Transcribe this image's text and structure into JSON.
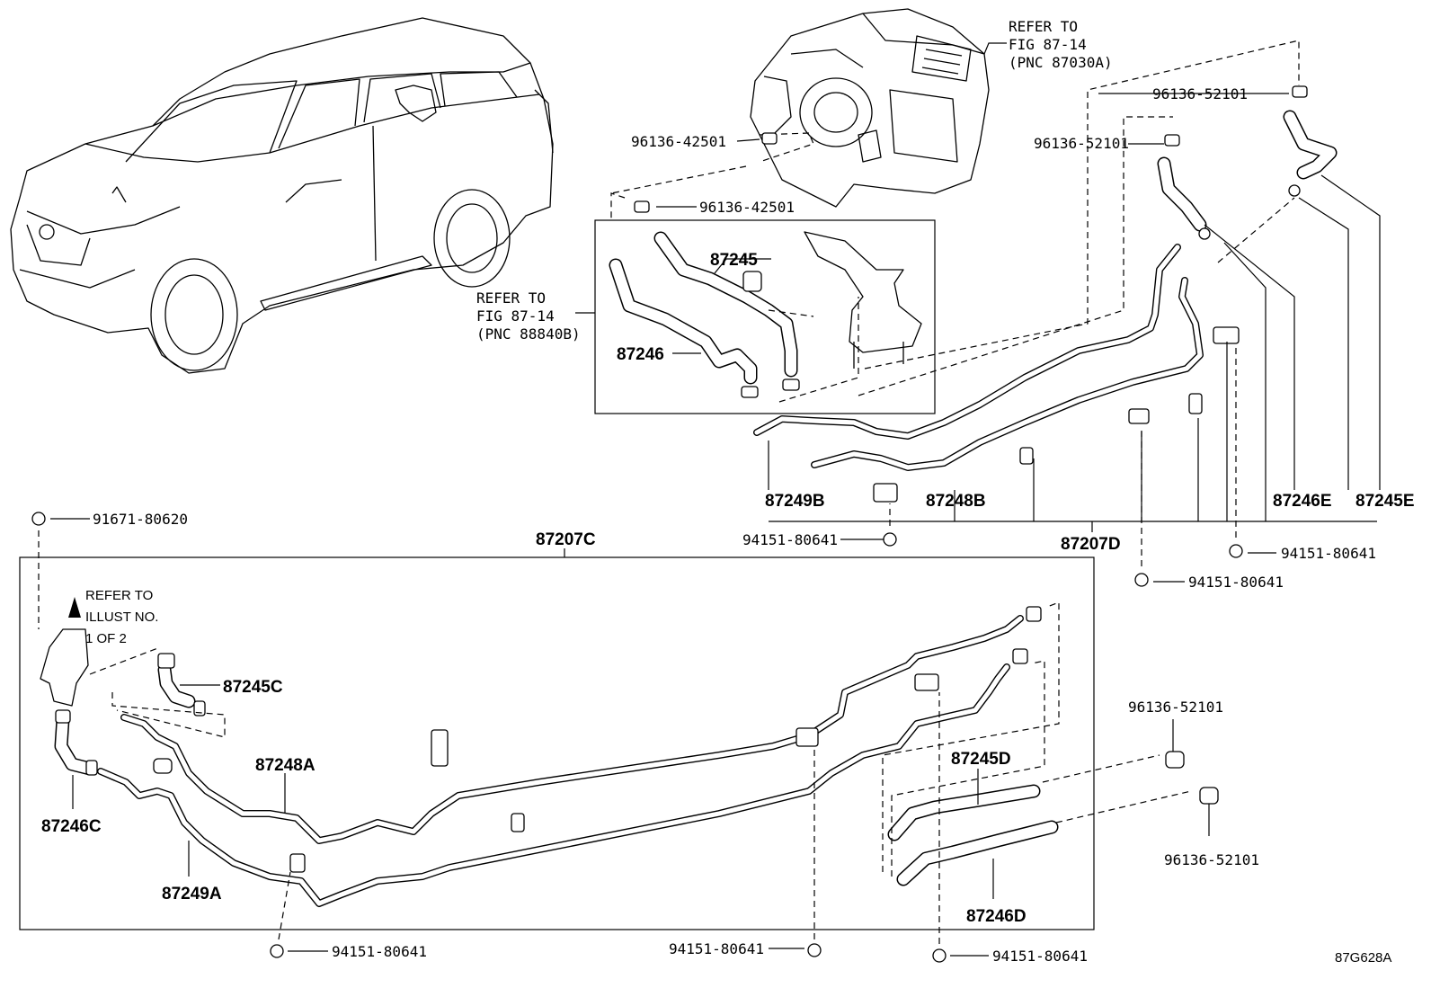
{
  "refs": {
    "unit_top": [
      "REFER TO",
      "FIG 87-14",
      "(PNC 87030A)"
    ],
    "box": [
      "REFER TO",
      "FIG 87-14",
      "(PNC 88840B)"
    ],
    "illust": [
      "REFER TO",
      "ILLUST NO.",
      "1 OF 2"
    ]
  },
  "labels": {
    "p96136_42501_a": "96136-42501",
    "p96136_42501_b": "96136-42501",
    "p96136_52101_a": "96136-52101",
    "p96136_52101_b": "96136-52101",
    "p96136_52101_c": "96136-52101",
    "p96136_52101_d": "96136-52101",
    "p87245": "87245",
    "p87246": "87246",
    "p87249B": "87249B",
    "p87248B": "87248B",
    "p87246E": "87246E",
    "p87245E": "87245E",
    "p87207D": "87207D",
    "p87207C": "87207C",
    "p87245C": "87245C",
    "p87248A": "87248A",
    "p87246C": "87246C",
    "p87249A": "87249A",
    "p87245D": "87245D",
    "p87246D": "87246D",
    "p91671_80620": "91671-80620",
    "p94151_80641_a": "94151-80641",
    "p94151_80641_b": "94151-80641",
    "p94151_80641_c": "94151-80641",
    "p94151_80641_d": "94151-80641",
    "p94151_80641_e": "94151-80641",
    "p94151_80641_f": "94151-80641"
  },
  "illustration_code": "87G628A"
}
